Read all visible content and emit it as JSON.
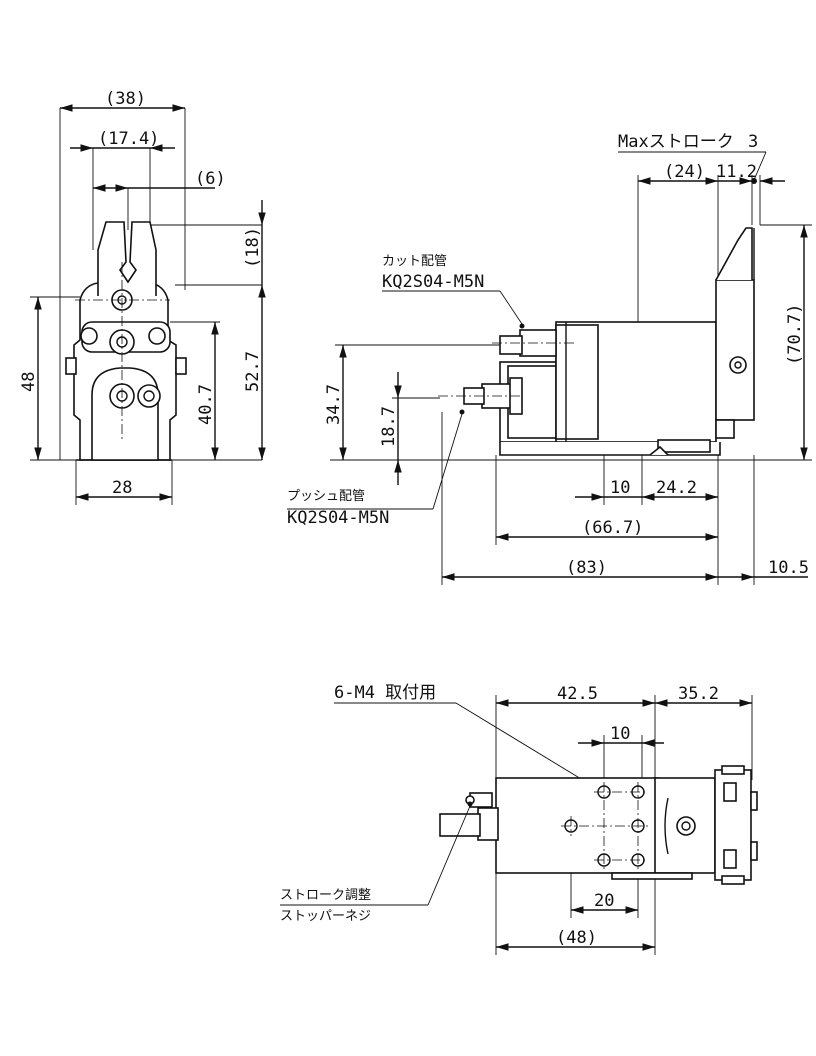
{
  "front_view": {
    "dims": [
      "(38)",
      "(17.4)",
      "(6)",
      "(18)",
      "48",
      "52.7",
      "40.7",
      "28"
    ]
  },
  "side_view": {
    "stroke_label": "Maxストローク",
    "stroke_value": "3",
    "dims": [
      "(24)",
      "11.2",
      "(70.7)",
      "34.7",
      "18.7",
      "10",
      "24.2",
      "(66.7)",
      "(83)",
      "10.5"
    ],
    "cut_pipe_label": "カット配管",
    "cut_pipe_part": "KQ2S04-M5N",
    "push_pipe_label": "プッシュ配管",
    "push_pipe_part": "KQ2S04-M5N"
  },
  "bottom_view": {
    "mount_label": "6-M4 取付用",
    "dims": [
      "42.5",
      "35.2",
      "10",
      "20",
      "(48)"
    ],
    "stopper_label_1": "ストローク調整",
    "stopper_label_2": "ストッパーネジ"
  }
}
